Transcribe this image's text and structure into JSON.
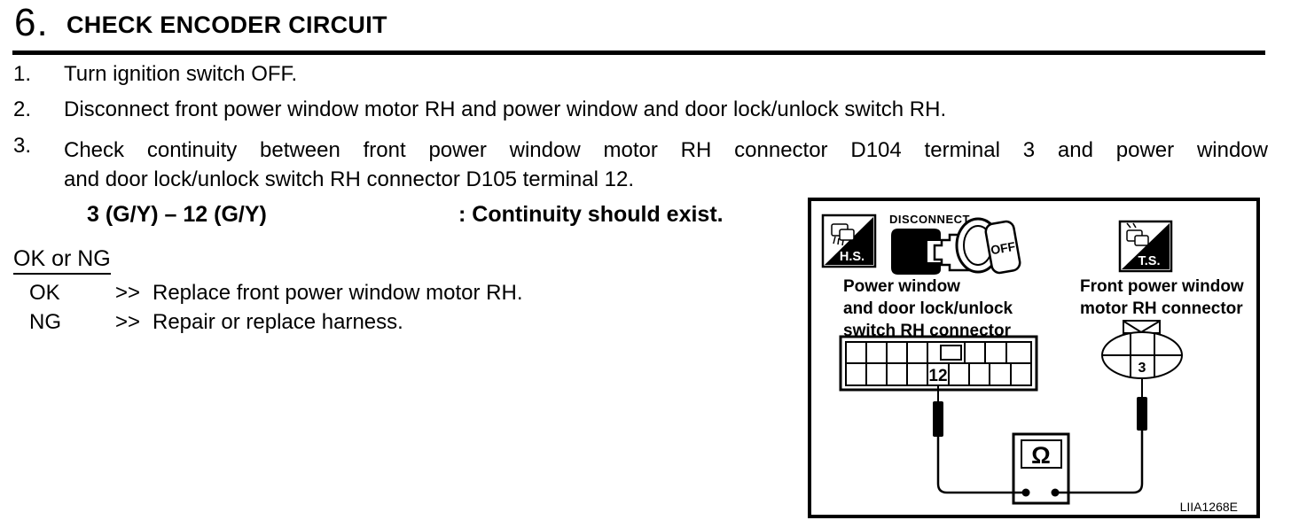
{
  "header": {
    "number": "6.",
    "title": "CHECK ENCODER CIRCUIT"
  },
  "steps": [
    {
      "num": "1.",
      "text": "Turn ignition switch OFF."
    },
    {
      "num": "2.",
      "text": "Disconnect front power window motor RH and power window and door lock/unlock switch RH."
    },
    {
      "num": "3.",
      "line1": "Check continuity between front power window motor RH connector D104 terminal 3 and power window",
      "line2": "and door lock/unlock switch RH connector D105 terminal 12."
    }
  ],
  "spec": {
    "terminals": "3 (G/Y) – 12 (G/Y)",
    "result": ": Continuity should exist."
  },
  "result_heading": "OK or NG",
  "results": [
    {
      "label": "OK",
      "arrow": ">>",
      "action": "Replace front power window motor RH."
    },
    {
      "label": "NG",
      "arrow": ">>",
      "action": "Repair or replace harness."
    }
  ],
  "diagram": {
    "hs_badge": "H.S.",
    "ts_badge": "T.S.",
    "disconnect_label": "DISCONNECT",
    "off_label": "OFF",
    "switch_connector_label": [
      "Power window",
      "and door lock/unlock",
      "switch RH connector"
    ],
    "motor_connector_label": [
      "Front power window",
      "motor RH connector"
    ],
    "switch_terminal": "12",
    "motor_terminal": "3",
    "ohm_symbol": "Ω",
    "figure_code": "LIIA1268E",
    "line_color": "#000000"
  }
}
